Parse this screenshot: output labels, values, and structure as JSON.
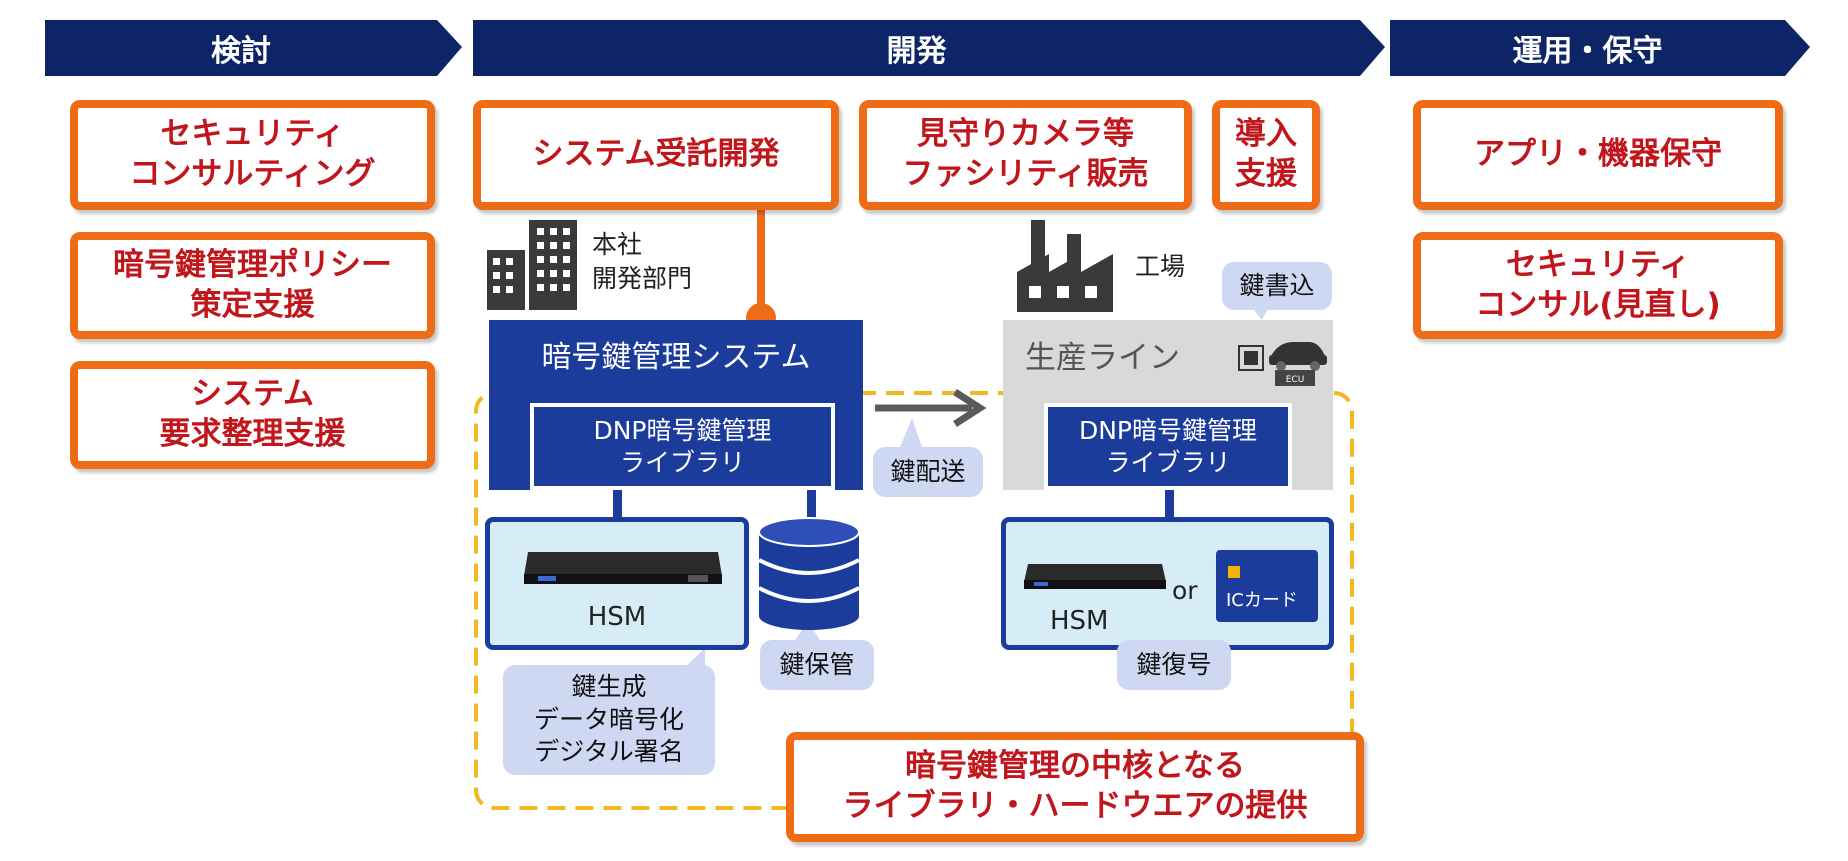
{
  "phases": {
    "review": "検討",
    "development": "開発",
    "operation": "運用・保守"
  },
  "review_boxes": {
    "consulting": "セキュリティ\nコンサルティング",
    "policy": "暗号鍵管理ポリシー\n策定支援",
    "requirements": "システム\n要求整理支援"
  },
  "dev_boxes": {
    "contract": "システム受託開発",
    "camera": "見守りカメラ等\nファシリティ販売",
    "intro": "導入\n支援"
  },
  "ops_boxes": {
    "maintenance": "アプリ・機器保守",
    "security_review": "セキュリティ\nコンサル(見直し)"
  },
  "hq": {
    "label": "本社\n開発部門",
    "system": "暗号鍵管理システム",
    "library": "DNP暗号鍵管理\nライブラリ",
    "hsm": "HSM"
  },
  "factory": {
    "label": "工場",
    "line": "生産ライン",
    "library": "DNP暗号鍵管理\nライブラリ",
    "hsm": "HSM",
    "or": "or",
    "ic_card": "ICカード",
    "ecu": "ECU"
  },
  "callouts": {
    "key_write": "鍵書込",
    "key_delivery": "鍵配送",
    "key_ops": "鍵生成\nデータ暗号化\nデジタル署名",
    "key_storage": "鍵保管",
    "key_decrypt": "鍵復号"
  },
  "core_box": "暗号鍵管理の中核となる\nライブラリ・ハードウエアの提供",
  "colors": {
    "navy": "#0d2466",
    "orange": "#ef6c17",
    "red_text": "#c0161c",
    "blue": "#1c3c9c",
    "callout": "#cfd8f3",
    "dashed": "#f2b81f"
  }
}
